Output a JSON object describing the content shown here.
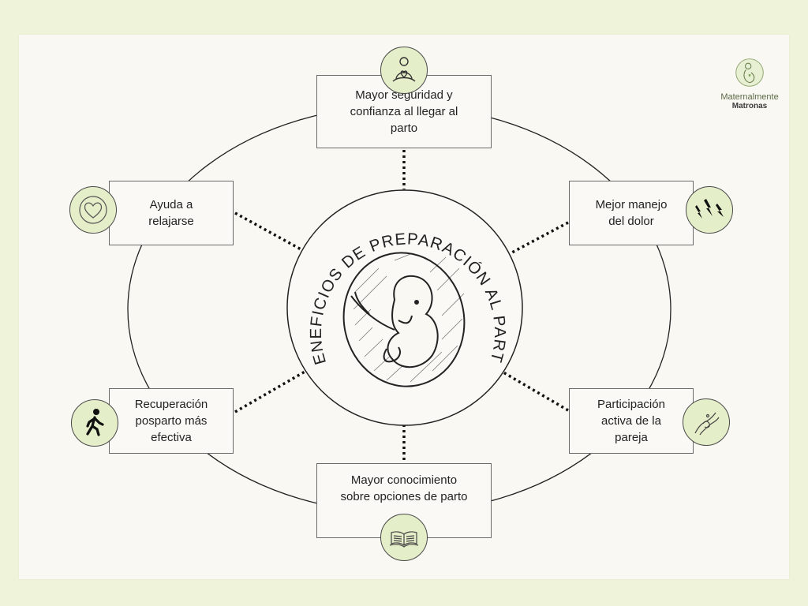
{
  "colors": {
    "background": "#eef3d9",
    "sheet": "#faf8f2",
    "badge_fill": "#e4eec8",
    "line": "#222222"
  },
  "center": {
    "arc_title": "BENEFICIOS DE PREPARACIÓN AL PARTO",
    "image": "fetus-illustration"
  },
  "benefits": [
    {
      "label": "Mayor seguridad y\nconfianza al llegar al\nparto",
      "icon": "meditation-heart-icon"
    },
    {
      "label": "Mejor manejo\ndel dolor",
      "icon": "lightning-pain-icon"
    },
    {
      "label": "Participación\nactiva de la\npareja",
      "icon": "holding-hands-icon"
    },
    {
      "label": "Mayor conocimiento\nsobre opciones de parto",
      "icon": "open-book-icon"
    },
    {
      "label": "Recuperación\nposparto más\nefectiva",
      "icon": "walking-person-icon"
    },
    {
      "label": "Ayuda a\nrelajarse",
      "icon": "heart-icon"
    }
  ],
  "logo": {
    "line1": "Maternalmente",
    "line2": "Matronas",
    "icon": "maternity-logo-icon"
  }
}
